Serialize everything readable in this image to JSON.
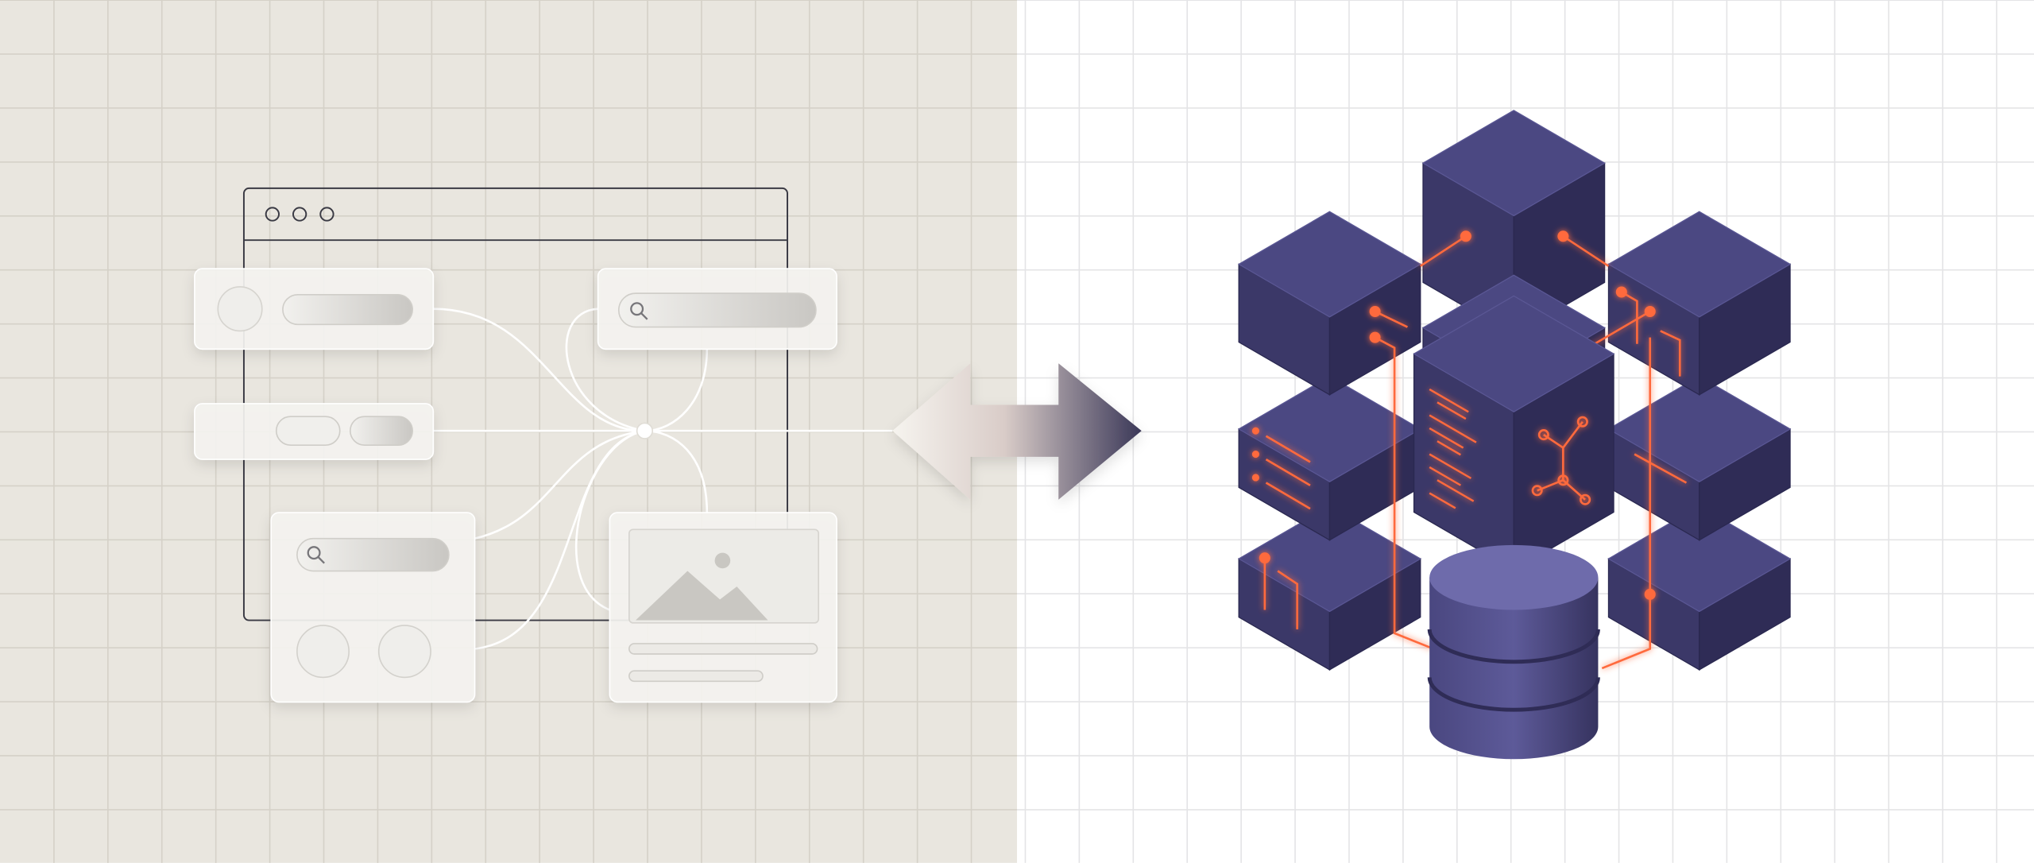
{
  "colors": {
    "left_background": "#e9e6df",
    "left_grid": "#d5d1c8",
    "right_background": "#ffffff",
    "right_grid": "#e4e4e6",
    "window_outline": "#3a3a44",
    "card_fill": "#f4f3f0",
    "cube_top": "#4b4882",
    "cube_left": "#3b3868",
    "cube_right": "#2f2c56",
    "accent_orange": "#ff6a3d",
    "arrow_start": "#f6f4ef",
    "arrow_end": "#3b3858"
  },
  "left_panel": {
    "window": {
      "controls": [
        "circle",
        "circle",
        "circle"
      ]
    },
    "cards": [
      {
        "kind": "avatar-with-field",
        "icons": [
          "avatar-circle-icon"
        ]
      },
      {
        "kind": "search-bar",
        "icons": [
          "search-icon"
        ]
      },
      {
        "kind": "toggle-pills",
        "icons": []
      },
      {
        "kind": "search-with-buttons",
        "icons": [
          "search-icon",
          "button-circle-icon",
          "button-circle-icon"
        ]
      },
      {
        "kind": "image-card",
        "icons": [
          "image-icon"
        ]
      }
    ]
  },
  "center": {
    "icon": "bidirectional-arrow-icon"
  },
  "right_panel": {
    "icons": [
      "cube-icon",
      "database-icon",
      "code-icon",
      "network-node-icon",
      "circuit-icon",
      "list-icon"
    ]
  }
}
